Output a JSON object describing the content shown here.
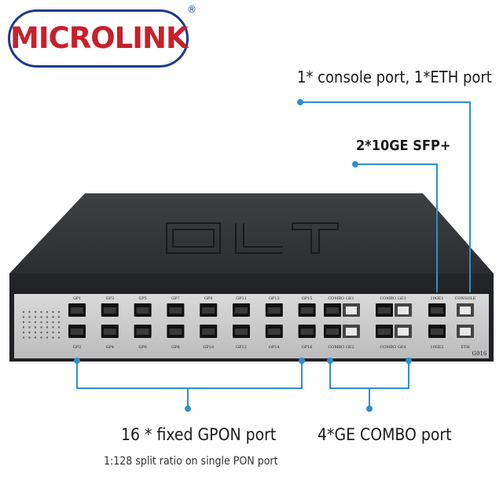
{
  "brand": {
    "logo_text": "MICROLINK",
    "reg_mark": "®"
  },
  "device": {
    "top_label": "OLT",
    "model": "G016",
    "pon_labels_top": [
      "GP1",
      "GP3",
      "GP5",
      "GP7",
      "GP9",
      "GP11",
      "GP13",
      "GP15"
    ],
    "pon_labels_bottom": [
      "GP2",
      "GP4",
      "GP6",
      "GP8",
      "GP10",
      "GP12",
      "GP14",
      "GP16"
    ],
    "combo_labels_top": [
      "COMBO GE1",
      "COMBO GE3"
    ],
    "combo_labels_bottom": [
      "COMBO GE2",
      "COMBO GE4"
    ],
    "uplink_top": "10GE1",
    "uplink_bottom": "10GE2",
    "console_label": "CONSOLE",
    "eth_label": "ETH"
  },
  "callouts": {
    "console": "1* console port, 1*ETH port",
    "sfp": "2*10GE SFP+",
    "gpon": "16 * fixed GPON port",
    "gpon_note": "1:128 split ratio on single PON port",
    "combo": "4*GE COMBO port"
  },
  "colors": {
    "accent": "#2e8fcf",
    "logo_red": "#c8202b",
    "logo_blue": "#1f3a8a"
  }
}
